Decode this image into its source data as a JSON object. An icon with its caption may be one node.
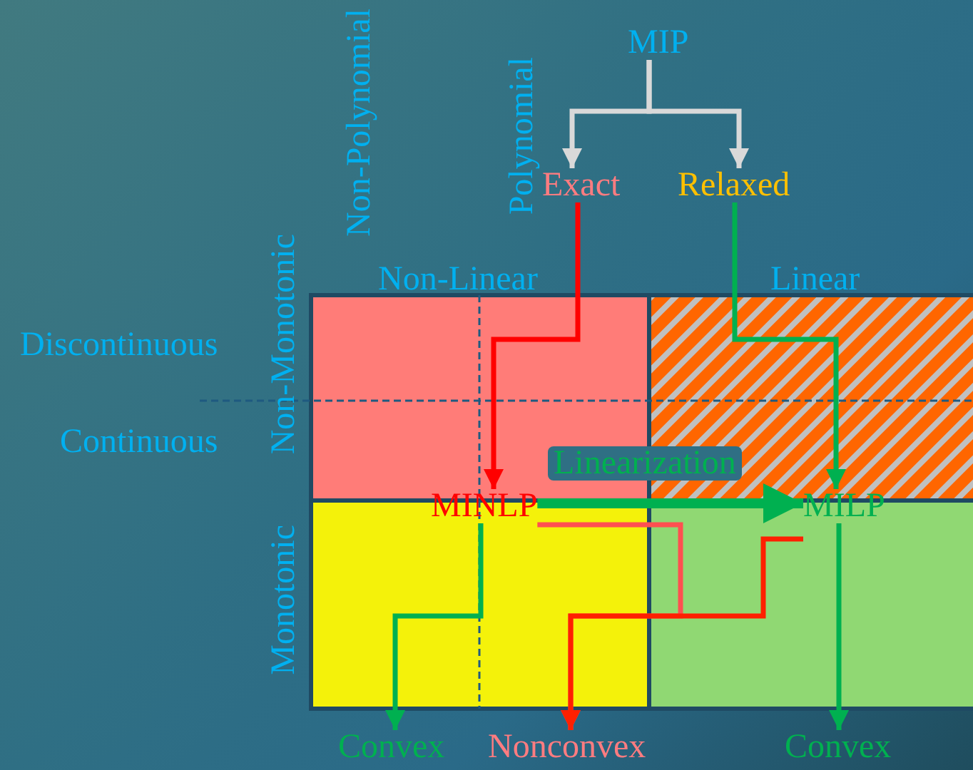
{
  "diagram": {
    "nodes": [
      {
        "text": [
          "MIP"
        ]
      },
      {
        "text": [
          "Exact"
        ]
      },
      {
        "text": [
          "Relaxed"
        ]
      },
      {
        "text": [
          "MINLP"
        ]
      },
      {
        "text": [
          "MILP"
        ]
      },
      {
        "text": [
          "Convex"
        ]
      },
      {
        "text": [
          "Nonconvex"
        ]
      },
      {
        "text": [
          "Convex"
        ]
      }
    ],
    "edges": [
      {
        "from": 0,
        "to": 1,
        "arrow": "to",
        "color": "#d9d9d9"
      },
      {
        "from": 0,
        "to": 2,
        "arrow": "to",
        "color": "#d9d9d9"
      },
      {
        "from": 1,
        "to": 3,
        "arrow": "to",
        "color": "#ff0000"
      },
      {
        "from": 2,
        "to": 4,
        "arrow": "to"
      },
      {
        "from": 3,
        "to": 4,
        "arrow": "to",
        "label": "Linearization",
        "style": "thick"
      },
      {
        "from": 3,
        "to": 5,
        "arrow": "to"
      },
      {
        "from": 3,
        "to": 6,
        "arrow": "to",
        "color": "#ff5050"
      },
      {
        "from": 4,
        "to": 6,
        "arrow": "to",
        "color": "#ff2000"
      },
      {
        "from": 4,
        "to": 7,
        "arrow": "to"
      }
    ],
    "labels": [
      "Non-Polynomial",
      "Polynomial",
      "Non-Linear",
      "Linear",
      "Discontinuous",
      "Continuous",
      "Non-Monotonic",
      "Monotonic"
    ]
  }
}
